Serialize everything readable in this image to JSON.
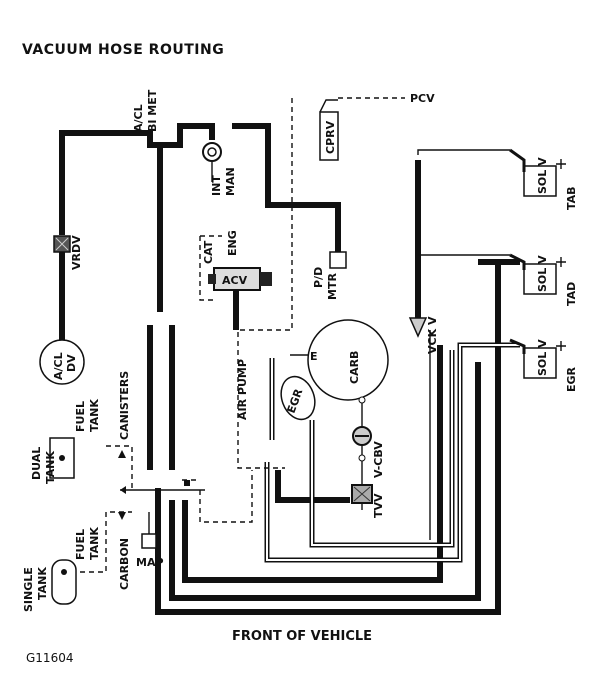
{
  "title": "VACUUM HOSE ROUTING",
  "footer_label": "FRONT OF VEHICLE",
  "figure_code": "G11604",
  "labels": {
    "pcv": "PCV",
    "cprv": "CPRV",
    "ac_bimet_1": "A/CL",
    "ac_bimet_2": "BI MET",
    "int_man_1": "INT",
    "int_man_2": "MAN",
    "vrdv": "VRDV",
    "ac_dv_1": "A/CL",
    "ac_dv_2": "DV",
    "cat": "CAT",
    "eng": "ENG",
    "acv": "ACV",
    "pd_mtr_1": "P/D",
    "pd_mtr_2": "MTR",
    "air_pump": "AIR PUMP",
    "canisters": "CANISTERS",
    "fuel_tank_a_1": "FUEL",
    "fuel_tank_a_2": "TANK",
    "dual_tank_1": "DUAL",
    "dual_tank_2": "TANK",
    "fuel_tank_b_1": "FUEL",
    "fuel_tank_b_2": "TANK",
    "single_tank_1": "SINGLE",
    "single_tank_2": "TANK",
    "carbon": "CARBON",
    "map": "MAP",
    "carb": "CARB",
    "egr_valve": "EGR",
    "e_port": "E",
    "v_cbv": "V-CBV",
    "tvv": "TVV",
    "vck_v": "VCK V",
    "sol_v_1": "SOL V",
    "sol_v_2": "SOL V",
    "sol_v_3": "SOL V",
    "tab": "TAB",
    "tad": "TAD",
    "egr_sol": "EGR"
  }
}
